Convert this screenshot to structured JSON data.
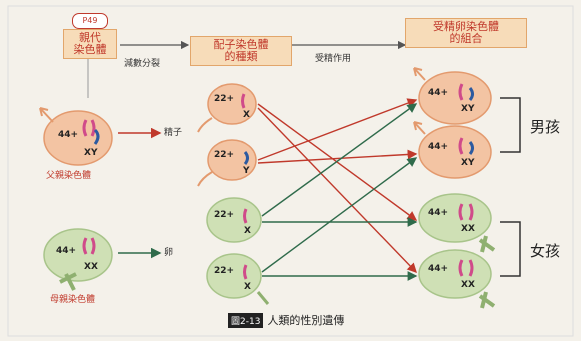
{
  "header": {
    "badge": "P49",
    "parent_chromosomes": "親代\n染色體",
    "meiosis": "減數分裂",
    "gamete_chromosomes": "配子染色體\n的種類",
    "fertilization": "受精作用",
    "zygote_combination": "受精卵染色體\n的組合"
  },
  "father": {
    "autosomes": "44+",
    "sex": "XY",
    "label": "父親染色體",
    "gamete_label": "精子"
  },
  "mother": {
    "autosomes": "44+",
    "sex": "XX",
    "label": "母親染色體",
    "gamete_label": "卵"
  },
  "sperm": [
    {
      "autosomes": "22+",
      "sex": "X"
    },
    {
      "autosomes": "22+",
      "sex": "Y"
    }
  ],
  "eggs": [
    {
      "autosomes": "22+",
      "sex": "X"
    },
    {
      "autosomes": "22+",
      "sex": "X"
    }
  ],
  "zygotes": [
    {
      "autosomes": "44+",
      "sex": "XY"
    },
    {
      "autosomes": "44+",
      "sex": "XY"
    },
    {
      "autosomes": "44+",
      "sex": "XX"
    },
    {
      "autosomes": "44+",
      "sex": "XX"
    }
  ],
  "boys_label": "男孩",
  "girls_label": "女孩",
  "caption": {
    "figure_tag": "圖2-13",
    "title": "人類的性別遺傳"
  },
  "colors": {
    "sperm_fill": "#f3c4a3",
    "egg_fill": "#cfe0b5",
    "arrow_red": "#c0392b",
    "arrow_green": "#2f6b4b",
    "chrom_pink": "#d04b8a",
    "chrom_blue": "#2c5aa0"
  }
}
